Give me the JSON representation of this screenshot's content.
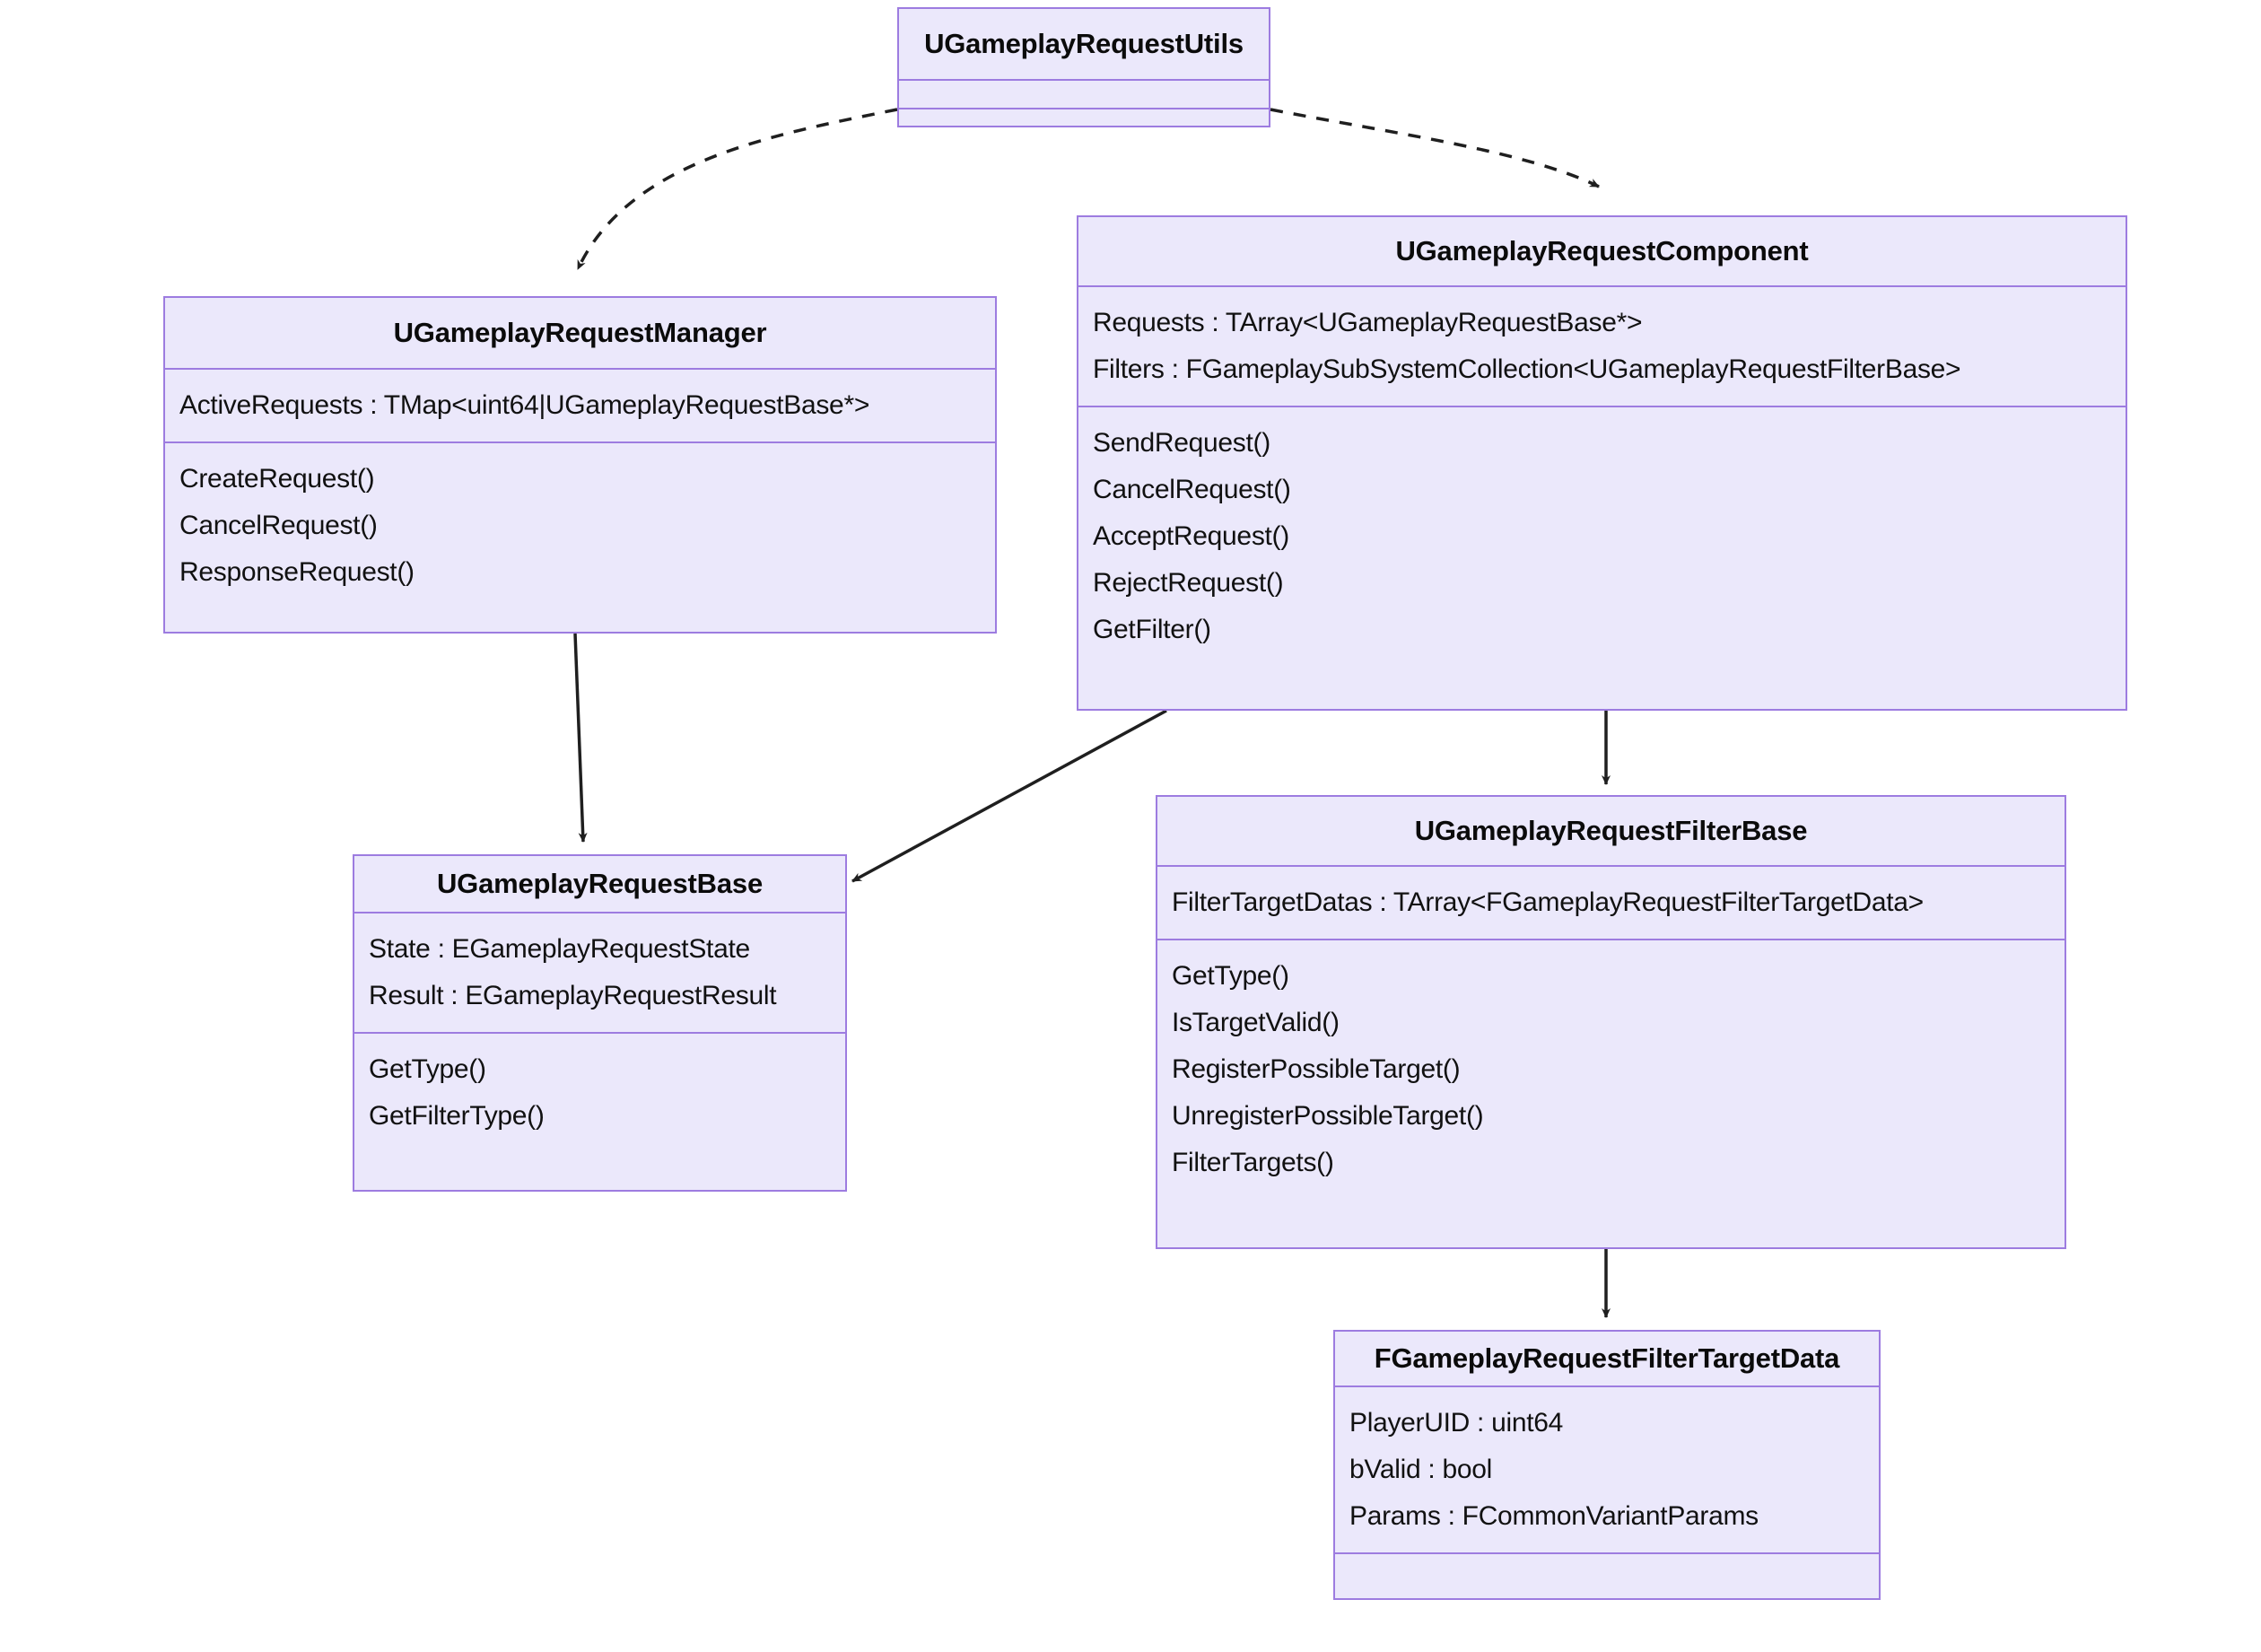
{
  "diagram": {
    "kind": "uml-class-diagram",
    "background_color": "#ffffff",
    "node_fill_color": "#ebe8fb",
    "node_border_color": "#9d7ce0",
    "edge_color": "#1f1f1f",
    "text_color": "#111111"
  },
  "classes": {
    "utils": {
      "name": "UGameplayRequestUtils",
      "attributes": [],
      "methods": []
    },
    "manager": {
      "name": "UGameplayRequestManager",
      "attributes": [
        "ActiveRequests : TMap<uint64|UGameplayRequestBase*>"
      ],
      "methods": [
        "CreateRequest()",
        "CancelRequest()",
        "ResponseRequest()"
      ]
    },
    "component": {
      "name": "UGameplayRequestComponent",
      "attributes": [
        "Requests : TArray<UGameplayRequestBase*>",
        "Filters : FGameplaySubSystemCollection<UGameplayRequestFilterBase>"
      ],
      "methods": [
        "SendRequest()",
        "CancelRequest()",
        "AcceptRequest()",
        "RejectRequest()",
        "GetFilter()"
      ]
    },
    "request_base": {
      "name": "UGameplayRequestBase",
      "attributes": [
        "State : EGameplayRequestState",
        "Result : EGameplayRequestResult"
      ],
      "methods": [
        "GetType()",
        "GetFilterType()"
      ]
    },
    "filter_base": {
      "name": "UGameplayRequestFilterBase",
      "attributes": [
        "FilterTargetDatas : TArray<FGameplayRequestFilterTargetData>"
      ],
      "methods": [
        "GetType()",
        "IsTargetValid()",
        "RegisterPossibleTarget()",
        "UnregisterPossibleTarget()",
        "FilterTargets()"
      ]
    },
    "filter_target_data": {
      "name": "FGameplayRequestFilterTargetData",
      "attributes": [
        "PlayerUID : uint64",
        "bValid : bool",
        "Params : FCommonVariantParams"
      ],
      "methods": []
    }
  },
  "edges": [
    {
      "from": "utils",
      "to": "manager",
      "style": "dashed",
      "arrow": "open"
    },
    {
      "from": "utils",
      "to": "component",
      "style": "dashed",
      "arrow": "open"
    },
    {
      "from": "manager",
      "to": "request_base",
      "style": "solid",
      "arrow": "open"
    },
    {
      "from": "component",
      "to": "request_base",
      "style": "solid",
      "arrow": "open"
    },
    {
      "from": "component",
      "to": "filter_base",
      "style": "solid",
      "arrow": "open"
    },
    {
      "from": "filter_base",
      "to": "filter_target_data",
      "style": "solid",
      "arrow": "open"
    }
  ]
}
